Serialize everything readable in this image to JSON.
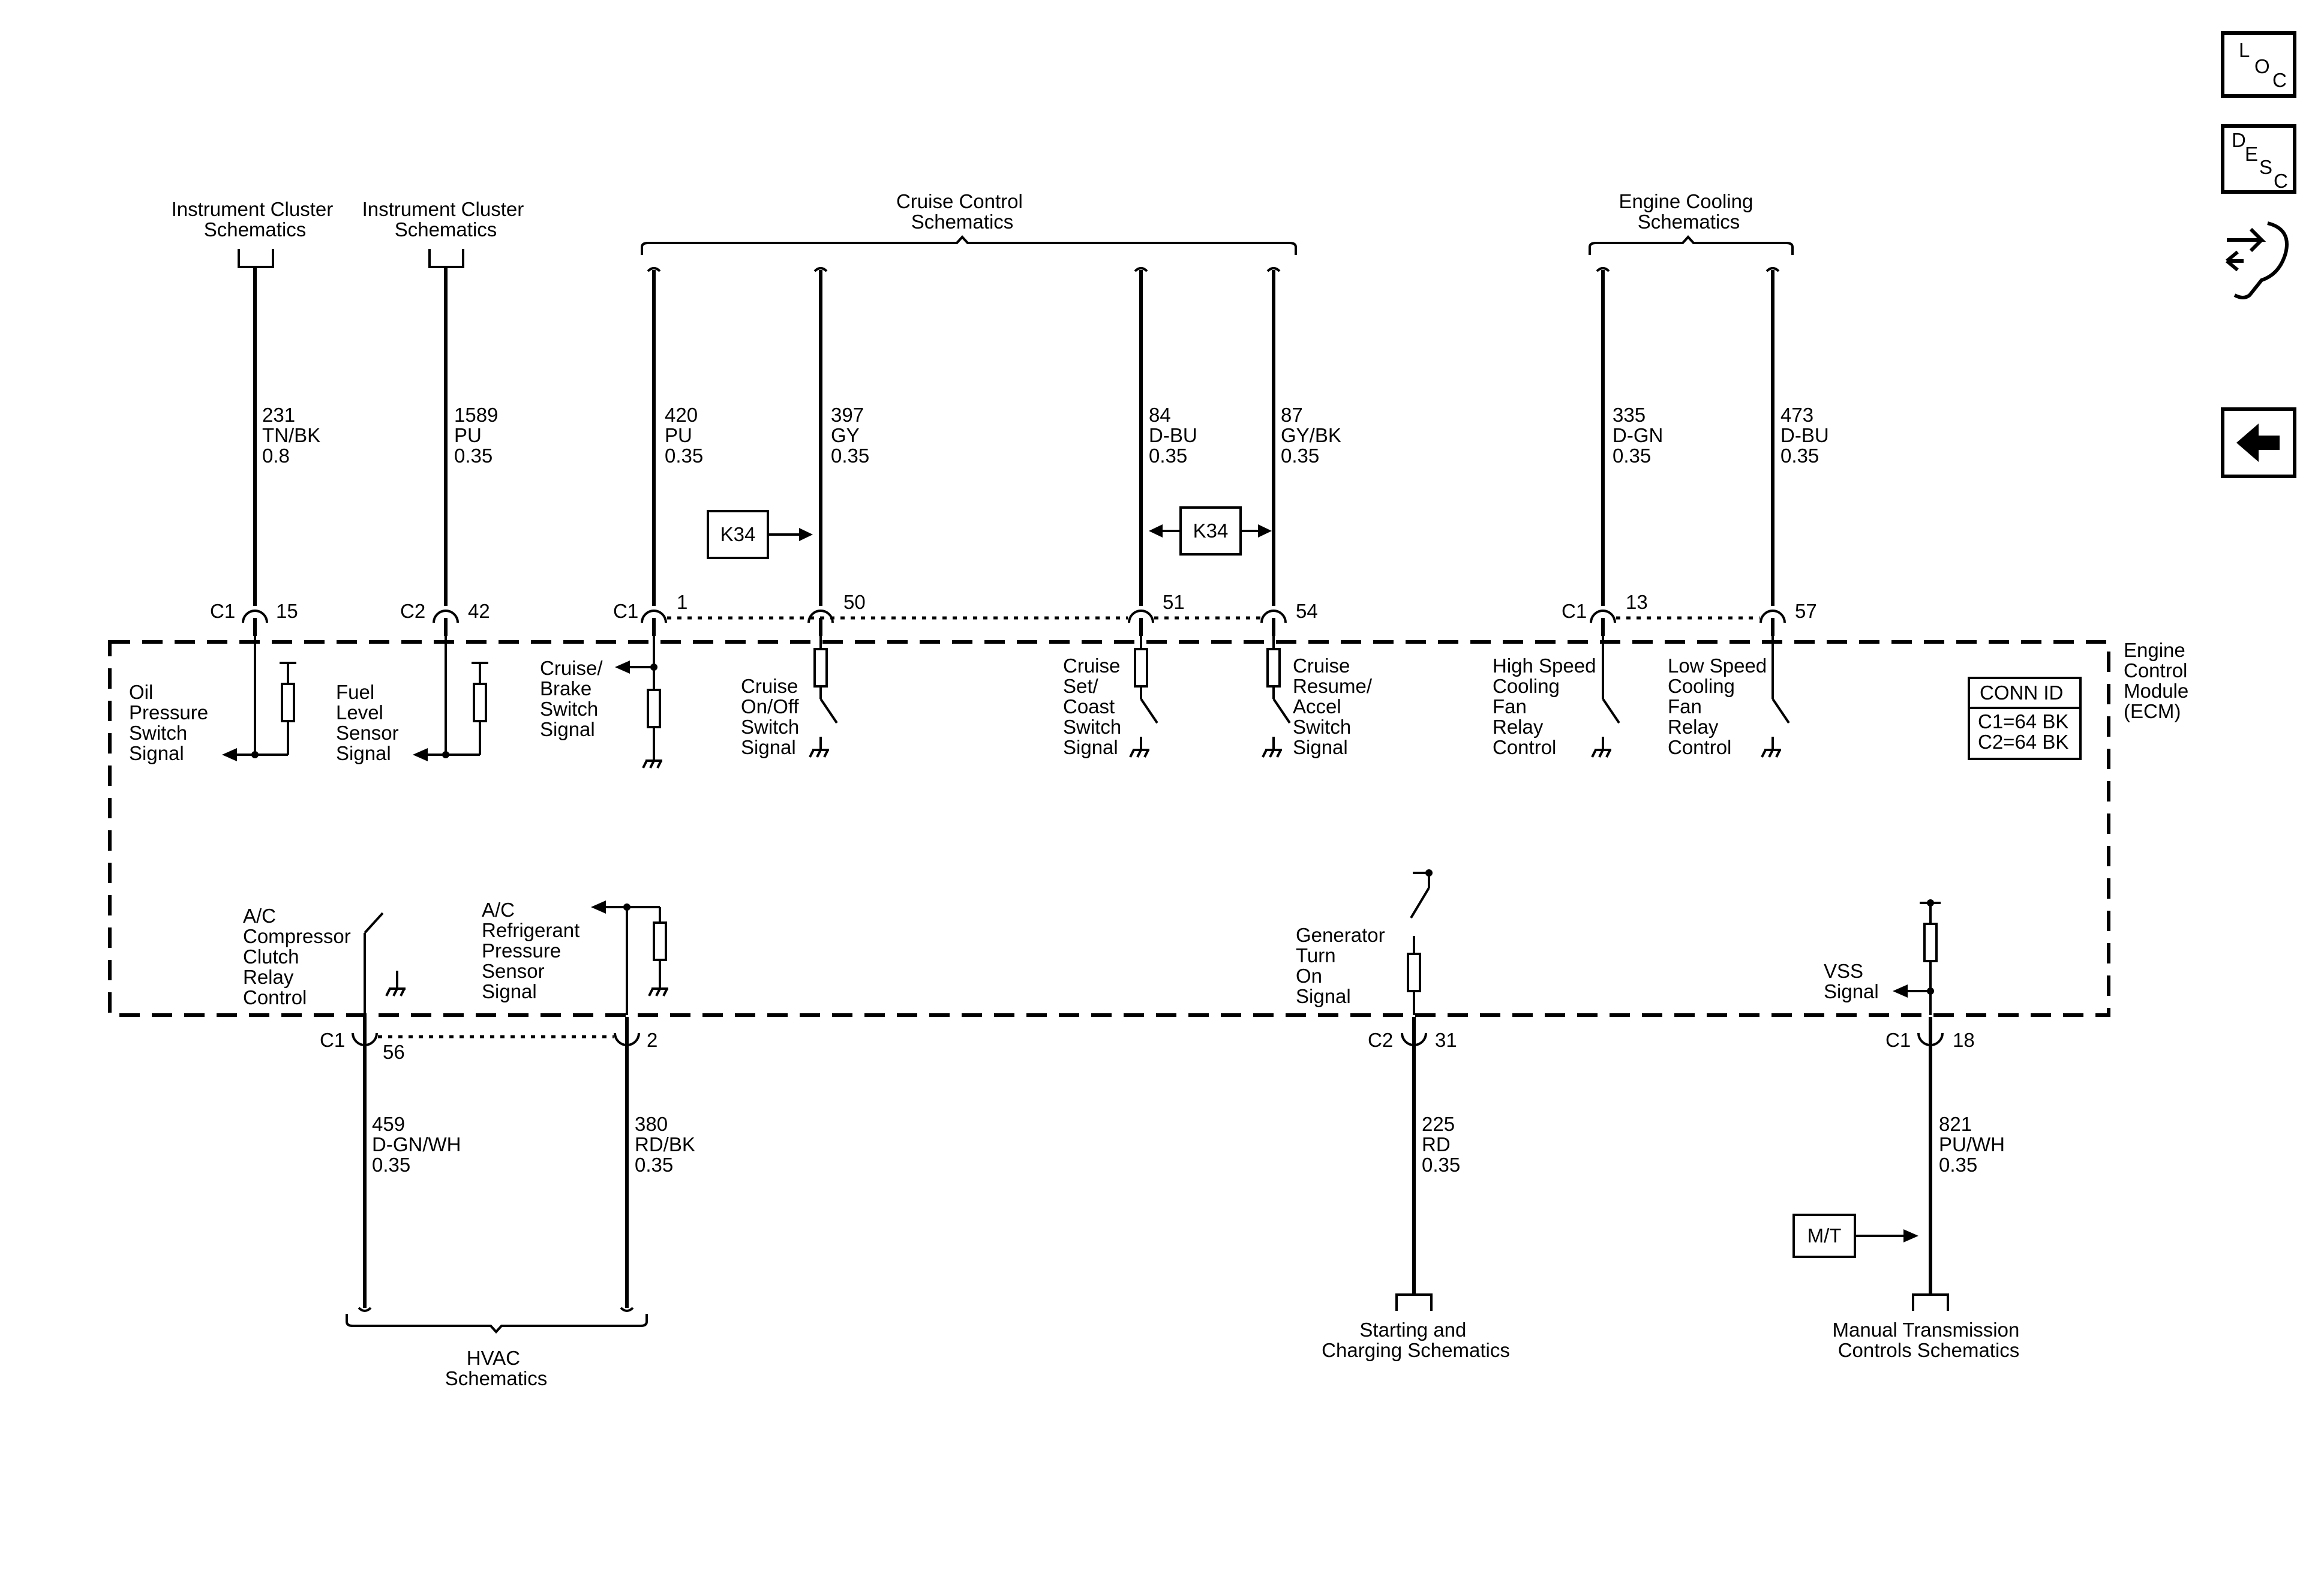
{
  "ecm": {
    "label": [
      "Engine",
      "Control",
      "Module",
      "(ECM)"
    ],
    "conn_id": {
      "title": "CONN ID",
      "lines": [
        "C1=64 BK",
        "C2=64 BK"
      ]
    }
  },
  "destinations": {
    "instrument1": [
      "Instrument Cluster",
      "Schematics"
    ],
    "instrument2": [
      "Instrument Cluster",
      "Schematics"
    ],
    "cruise": [
      "Cruise Control",
      "Schematics"
    ],
    "cooling": [
      "Engine Cooling",
      "Schematics"
    ],
    "hvac": [
      "HVAC",
      "Schematics"
    ],
    "starting": [
      "Starting and",
      "Charging Schematics"
    ],
    "manual": [
      "Manual Transmission",
      "Controls Schematics"
    ]
  },
  "wires": [
    {
      "id": "oil",
      "circuit": "231",
      "color": "TN/BK",
      "gauge": "0.8",
      "connector": "C1",
      "pin": "15",
      "signal": [
        "Oil",
        "Pressure",
        "Switch",
        "Signal"
      ]
    },
    {
      "id": "fuel",
      "circuit": "1589",
      "color": "PU",
      "gauge": "0.35",
      "connector": "C2",
      "pin": "42",
      "signal": [
        "Fuel",
        "Level",
        "Sensor",
        "Signal"
      ]
    },
    {
      "id": "brake",
      "circuit": "420",
      "color": "PU",
      "gauge": "0.35",
      "connector": "C1",
      "pin": "1",
      "signal": [
        "Cruise/",
        "Brake",
        "Switch",
        "Signal"
      ]
    },
    {
      "id": "onoff",
      "circuit": "397",
      "color": "GY",
      "gauge": "0.35",
      "connector": "",
      "pin": "50",
      "signal": [
        "Cruise",
        "On/Off",
        "Switch",
        "Signal"
      ]
    },
    {
      "id": "setcoast",
      "circuit": "84",
      "color": "D-BU",
      "gauge": "0.35",
      "connector": "",
      "pin": "51",
      "signal": [
        "Cruise",
        "Set/",
        "Coast",
        "Switch",
        "Signal"
      ]
    },
    {
      "id": "resume",
      "circuit": "87",
      "color": "GY/BK",
      "gauge": "0.35",
      "connector": "",
      "pin": "54",
      "signal": [
        "Cruise",
        "Resume/",
        "Accel",
        "Switch",
        "Signal"
      ]
    },
    {
      "id": "highfan",
      "circuit": "335",
      "color": "D-GN",
      "gauge": "0.35",
      "connector": "C1",
      "pin": "13",
      "signal": [
        "High Speed",
        "Cooling",
        "Fan",
        "Relay",
        "Control"
      ]
    },
    {
      "id": "lowfan",
      "circuit": "473",
      "color": "D-BU",
      "gauge": "0.35",
      "connector": "",
      "pin": "57",
      "signal": [
        "Low Speed",
        "Cooling",
        "Fan",
        "Relay",
        "Control"
      ]
    },
    {
      "id": "ac_clutch",
      "circuit": "459",
      "color": "D-GN/WH",
      "gauge": "0.35",
      "connector": "C1",
      "pin": "56",
      "signal": [
        "A/C",
        "Compressor",
        "Clutch",
        "Relay",
        "Control"
      ]
    },
    {
      "id": "ac_pressure",
      "circuit": "380",
      "color": "RD/BK",
      "gauge": "0.35",
      "connector": "",
      "pin": "2",
      "signal": [
        "A/C",
        "Refrigerant",
        "Pressure",
        "Sensor",
        "Signal"
      ]
    },
    {
      "id": "generator",
      "circuit": "225",
      "color": "RD",
      "gauge": "0.35",
      "connector": "C2",
      "pin": "31",
      "signal": [
        "Generator",
        "Turn",
        "On",
        "Signal"
      ]
    },
    {
      "id": "vss",
      "circuit": "821",
      "color": "PU/WH",
      "gauge": "0.35",
      "connector": "C1",
      "pin": "18",
      "signal": [
        "VSS",
        "Signal"
      ]
    }
  ],
  "refs": {
    "k34_a": "K34",
    "k34_b": "K34",
    "mt": "M/T"
  },
  "nav": {
    "loc": [
      "L",
      "O",
      "C"
    ],
    "desc": [
      "D",
      "E",
      "S",
      "C"
    ]
  }
}
